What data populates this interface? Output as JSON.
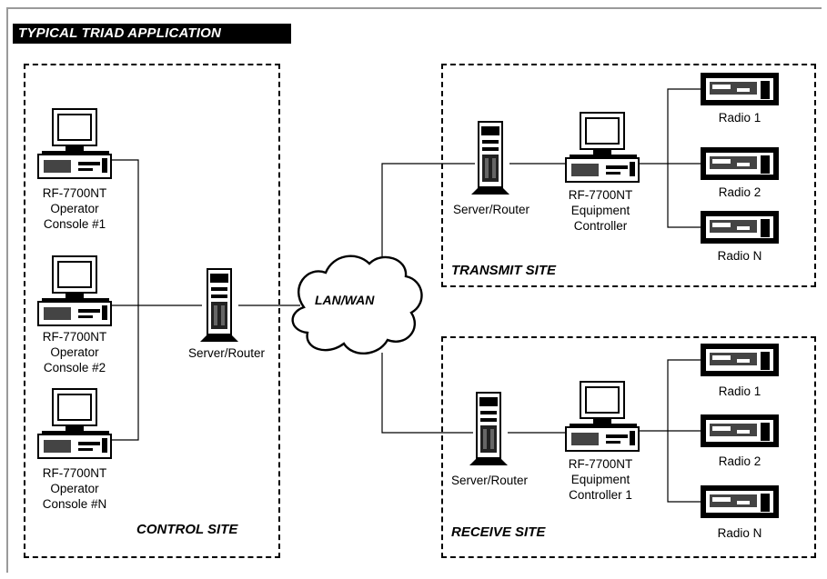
{
  "title": "TYPICAL TRIAD APPLICATION",
  "network": {
    "cloud_label": "LAN/WAN"
  },
  "control_site": {
    "label": "CONTROL SITE",
    "consoles": [
      {
        "line1": "RF-7700NT",
        "line2": "Operator",
        "line3": "Console #1"
      },
      {
        "line1": "RF-7700NT",
        "line2": "Operator",
        "line3": "Console #2"
      },
      {
        "line1": "RF-7700NT",
        "line2": "Operator",
        "line3": "Console #N"
      }
    ],
    "server": "Server/Router"
  },
  "transmit_site": {
    "label": "TRANSMIT SITE",
    "server": "Server/Router",
    "controller": {
      "line1": "RF-7700NT",
      "line2": "Equipment",
      "line3": "Controller"
    },
    "radios": [
      "Radio 1",
      "Radio 2",
      "Radio N"
    ]
  },
  "receive_site": {
    "label": "RECEIVE SITE",
    "server": "Server/Router",
    "controller": {
      "line1": "RF-7700NT",
      "line2": "Equipment",
      "line3": "Controller 1"
    },
    "radios": [
      "Radio 1",
      "Radio 2",
      "Radio N"
    ]
  }
}
